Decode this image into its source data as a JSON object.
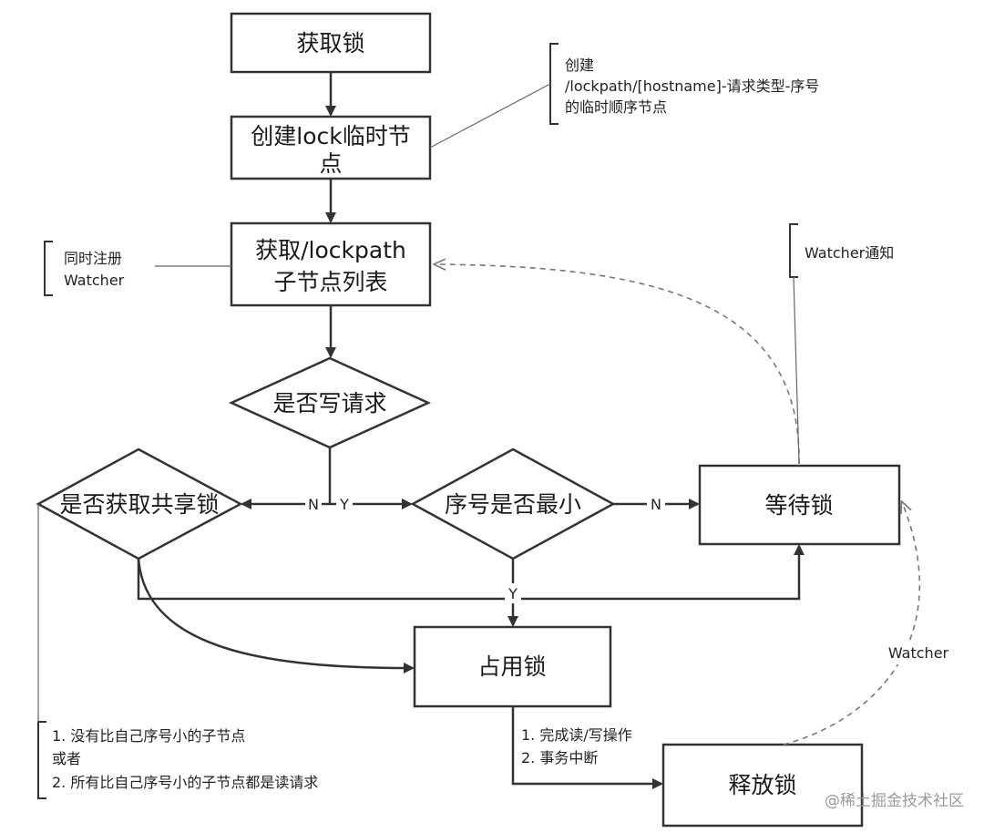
{
  "nodes": {
    "acquire_lock": "获取锁",
    "create_node_line1": "创建lock临时节",
    "create_node_line2": "点",
    "get_children_line1": "获取/lockpath",
    "get_children_line2": "子节点列表",
    "is_write": "是否写请求",
    "is_shared": "是否获取共享锁",
    "is_min": "序号是否最小",
    "wait_lock": "等待锁",
    "hold_lock": "占用锁",
    "release_lock": "释放锁"
  },
  "edge_labels": {
    "write_no": "N",
    "write_yes": "Y",
    "min_no": "N",
    "min_yes": "Y",
    "watcher": "Watcher"
  },
  "notes": {
    "create_note": [
      "创建",
      "/lockpath/[hostname]-请求类型-序号",
      "的临时顺序节点"
    ],
    "register_watcher": [
      "同时注册",
      "Watcher"
    ],
    "watcher_notify": [
      "Watcher通知"
    ],
    "shared_condition": [
      "1. 没有比自己序号小的子节点",
      "或者",
      "2. 所有比自己序号小的子节点都是读请求"
    ],
    "release_condition": [
      "1. 完成读/写操作",
      "2. 事务中断"
    ]
  },
  "watermark": "@稀土掘金技术社区"
}
